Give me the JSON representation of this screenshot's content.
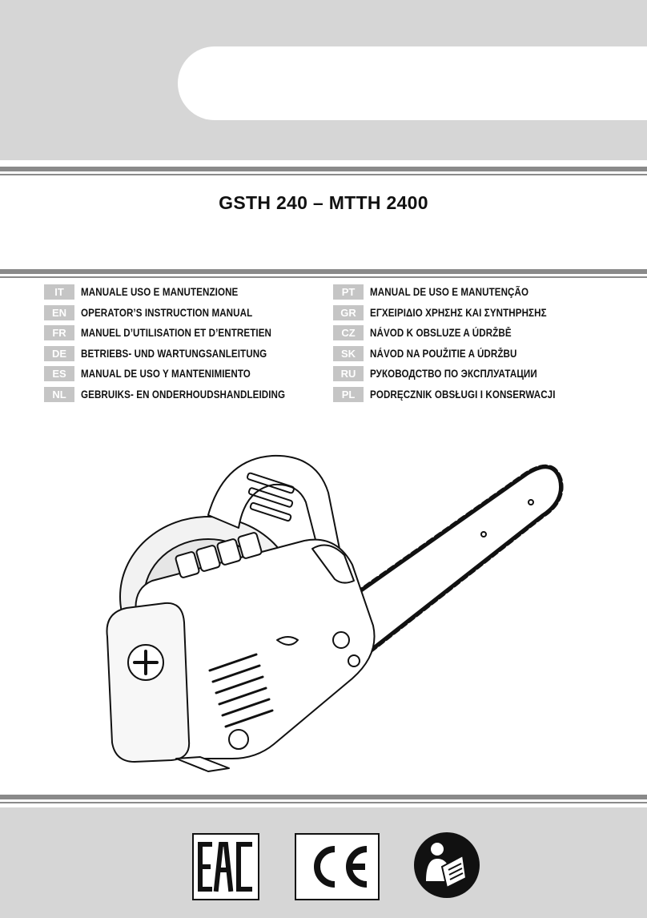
{
  "header": {
    "model_title": "GSTH 240 – MTTH 2400"
  },
  "languages_left": [
    {
      "code": "IT",
      "title": "MANUALE USO E MANUTENZIONE"
    },
    {
      "code": "EN",
      "title": "OPERATOR’S INSTRUCTION MANUAL"
    },
    {
      "code": "FR",
      "title": "MANUEL D’UTILISATION ET D’ENTRETIEN"
    },
    {
      "code": "DE",
      "title": "BETRIEBS- UND WARTUNGSANLEITUNG"
    },
    {
      "code": "ES",
      "title": "MANUAL DE USO Y MANTENIMIENTO"
    },
    {
      "code": "NL",
      "title": "GEBRUIKS- EN ONDERHOUDSHANDLEIDING"
    }
  ],
  "languages_right": [
    {
      "code": "PT",
      "title": "MANUAL DE USO E MANUTENÇÃO"
    },
    {
      "code": "GR",
      "title": "ΕΓΧΕΙΡΙΔΙΟ ΧΡΗΣΗΣ ΚΑΙ ΣΥΝΤΗΡΗΣΗΣ"
    },
    {
      "code": "CZ",
      "title": "NÁVOD K OBSLUZE A ÚDRŽBĚ"
    },
    {
      "code": "SK",
      "title": "NÁVOD NA POUŽITIE A ÚDRŽBU"
    },
    {
      "code": "RU",
      "title": "РУКОВОДСТВО ПО ЭКСПЛУАТАЦИИ"
    },
    {
      "code": "PL",
      "title": "PODRĘCZNIK OBSŁUGI I KONSERWACJI"
    }
  ],
  "certification_marks": {
    "eac": "EAC",
    "ce": "CE",
    "read_manual_icon": "read-manual-icon"
  },
  "colors": {
    "band_gray": "#d6d6d6",
    "rule_gray": "#8a8a8a",
    "code_gray": "#c5c5c5",
    "ink": "#111111"
  }
}
